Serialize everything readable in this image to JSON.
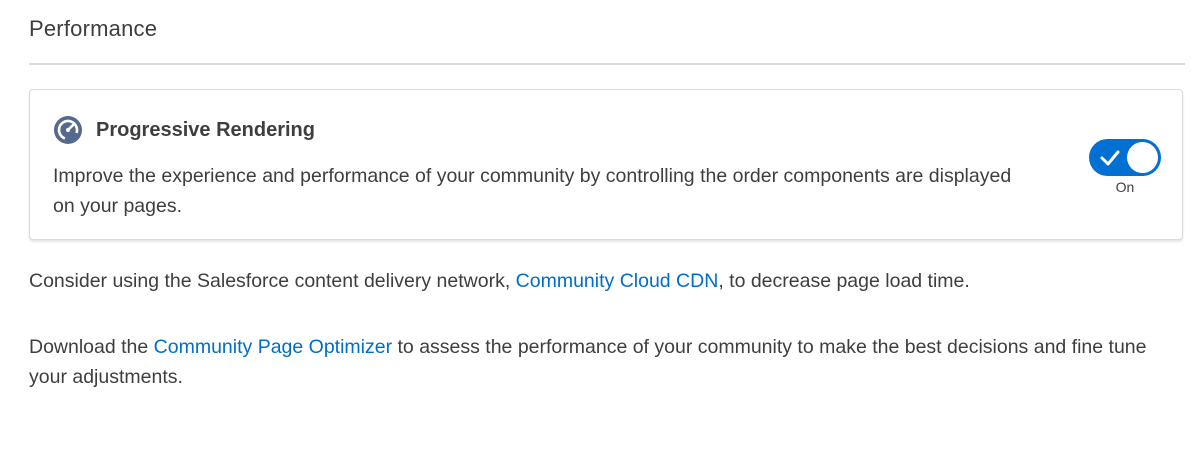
{
  "section": {
    "title": "Performance"
  },
  "card": {
    "icon": "speedometer-icon",
    "title": "Progressive Rendering",
    "description": "Improve the experience and performance of your community by controlling the order components are displayed on your pages.",
    "toggle": {
      "checked": true,
      "state_label": "On",
      "icon": "checkmark-icon"
    }
  },
  "cdn_note": {
    "before": "Consider using the Salesforce content delivery network, ",
    "link": "Community Cloud CDN",
    "after": ", to decrease page load time."
  },
  "optimizer_note": {
    "before": "Download the ",
    "link": "Community Page Optimizer",
    "after": " to assess the performance of your community to make the best decisions and fine tune your adjustments."
  },
  "colors": {
    "accent": "#0070d2",
    "link": "#006dcc",
    "text": "#3e3e3c",
    "border": "#dddbda"
  }
}
